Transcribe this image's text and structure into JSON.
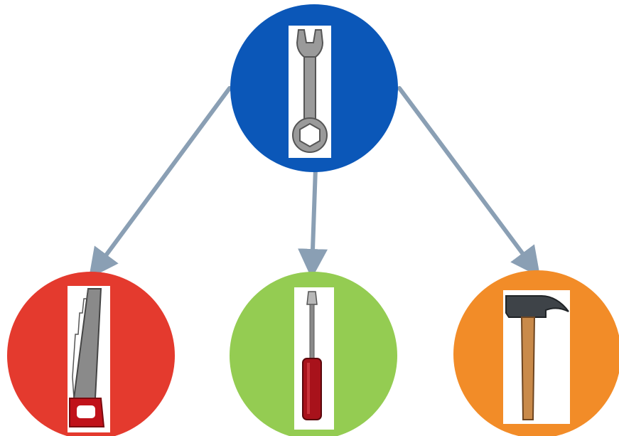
{
  "diagram": {
    "type": "tree",
    "arrow_color": "#8a9fb4",
    "root": {
      "id": "root",
      "icon": "wrench-icon",
      "fill": "#0b57b8"
    },
    "children": [
      {
        "id": "left",
        "icon": "saw-icon",
        "fill": "#e43a2e"
      },
      {
        "id": "middle",
        "icon": "screwdriver-icon",
        "fill": "#94cc52"
      },
      {
        "id": "right",
        "icon": "hammer-icon",
        "fill": "#f28c28"
      }
    ]
  }
}
